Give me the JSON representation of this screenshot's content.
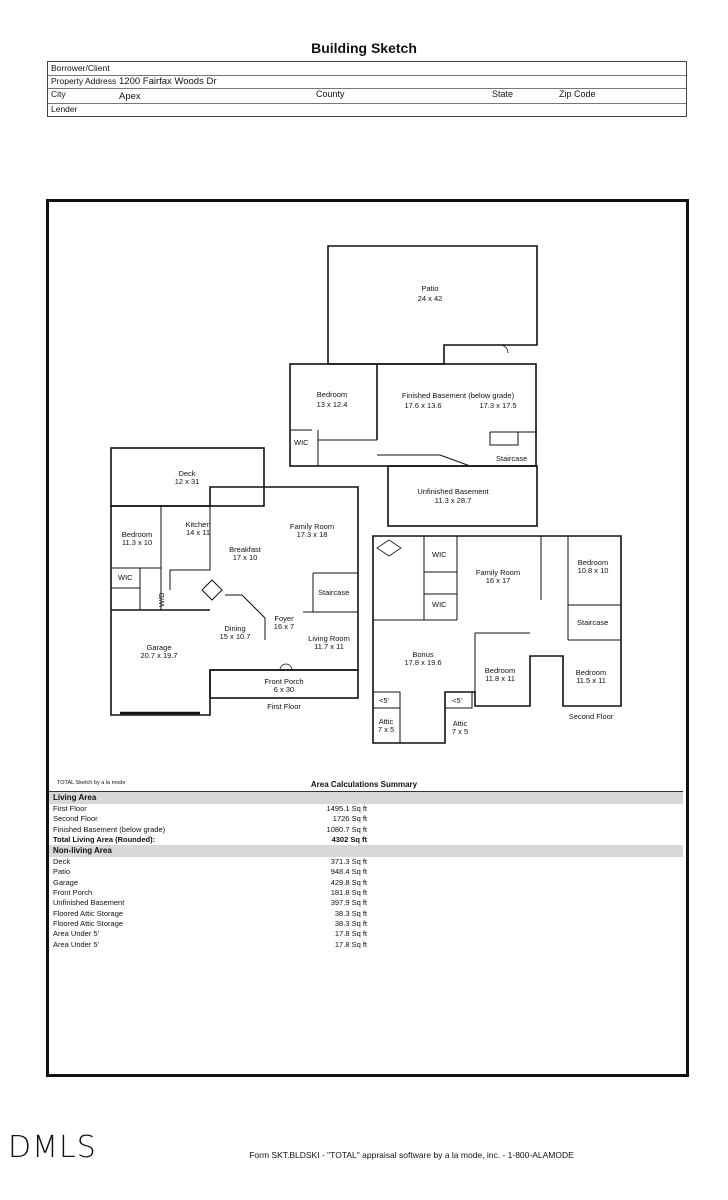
{
  "title": "Building Sketch",
  "header": {
    "borrower_label": "Borrower/Client",
    "address_label": "Property Address",
    "address_value": "1200 Fairfax Woods Dr",
    "city_label": "City",
    "city_value": "Apex",
    "county_label": "County",
    "state_label": "State",
    "zip_label": "Zip Code",
    "lender_label": "Lender"
  },
  "sketch": {
    "patio": {
      "name": "Patio",
      "dim": "24 x 42"
    },
    "bsmt_bedroom": {
      "name": "Bedroom",
      "dim": "13 x 12.4"
    },
    "finished_bsmt": {
      "name": "Finished Basement (below grade)",
      "dim1": "17.6 x 13.6",
      "dim2": "17.3 x 17.5"
    },
    "bsmt_wic": "WIC",
    "bsmt_staircase": "Staircase",
    "unfinished_bsmt": {
      "name": "Unfinished Basement",
      "dim": "11.3 x 28.7"
    },
    "deck": {
      "name": "Deck",
      "dim": "12 x 31"
    },
    "kitchen": {
      "name": "Kitchen",
      "dim": "14 x 11"
    },
    "family_room_1": {
      "name": "Family Room",
      "dim": "17.3 x 18"
    },
    "bedroom_1": {
      "name": "Bedroom",
      "dim": "11.3 x 10"
    },
    "breakfast": {
      "name": "Breakfast",
      "dim": "17 x 10"
    },
    "wic_1": "WIC",
    "wd": "W/D",
    "staircase_1": "Staircase",
    "foyer": {
      "name": "Foyer",
      "dim": "16 x 7"
    },
    "dining": {
      "name": "Dining",
      "dim": "15 x 10.7"
    },
    "living_room": {
      "name": "Living Room",
      "dim": "11.7 x 11"
    },
    "garage": {
      "name": "Garage",
      "dim": "20.7 x 19.7"
    },
    "front_porch": {
      "name": "Front Porch",
      "dim": "6 x 30"
    },
    "first_floor": "First Floor",
    "wic_2a": "WIC",
    "wic_2b": "WIC",
    "family_room_2": {
      "name": "Family Room",
      "dim": "16 x 17"
    },
    "bedroom_2a": {
      "name": "Bedroom",
      "dim": "10.8 x 10"
    },
    "staircase_2": "Staircase",
    "bonus": {
      "name": "Bonus",
      "dim": "17.8 x 19.6"
    },
    "bedroom_2b": {
      "name": "Bedroom",
      "dim": "11.8 x 11"
    },
    "bedroom_2c": {
      "name": "Bedroom",
      "dim": "11.5 x 11"
    },
    "under5_a": "<5'",
    "under5_b": "<5'",
    "attic_a": {
      "name": "Attic",
      "dim": "7 x 5"
    },
    "attic_b": {
      "name": "Attic",
      "dim": "7 x 5"
    },
    "second_floor": "Second Floor"
  },
  "credit": "TOTAL Sketch by a la mode",
  "summary": {
    "title": "Area Calculations Summary",
    "living_header": "Living Area",
    "living": [
      {
        "name": "First Floor",
        "value": "1495.1 Sq ft"
      },
      {
        "name": "Second Floor",
        "value": "1726 Sq ft"
      },
      {
        "name": "Finished Basement (below grade)",
        "value": "1080.7 Sq ft"
      }
    ],
    "total": {
      "name": "Total Living Area (Rounded):",
      "value": "4302 Sq ft"
    },
    "nonliving_header": "Non-living Area",
    "nonliving": [
      {
        "name": "Deck",
        "value": "371.3 Sq ft"
      },
      {
        "name": "Patio",
        "value": "948.4 Sq ft"
      },
      {
        "name": "Garage",
        "value": "429.8 Sq ft"
      },
      {
        "name": "Front Porch",
        "value": "181.8 Sq ft"
      },
      {
        "name": "Unfinished Basement",
        "value": "397.9 Sq ft"
      },
      {
        "name": "Floored Attic Storage",
        "value": "38.3 Sq ft"
      },
      {
        "name": "Floored Attic Storage",
        "value": "38.3 Sq ft"
      },
      {
        "name": "Area Under 5'",
        "value": "17.8 Sq ft"
      },
      {
        "name": "Area Under 5'",
        "value": "17.8 Sq ft"
      }
    ]
  },
  "logo": "DMLS",
  "footer": "Form SKT.BLDSKI - \"TOTAL\" appraisal software by a la mode, inc. - 1-800-ALAMODE"
}
